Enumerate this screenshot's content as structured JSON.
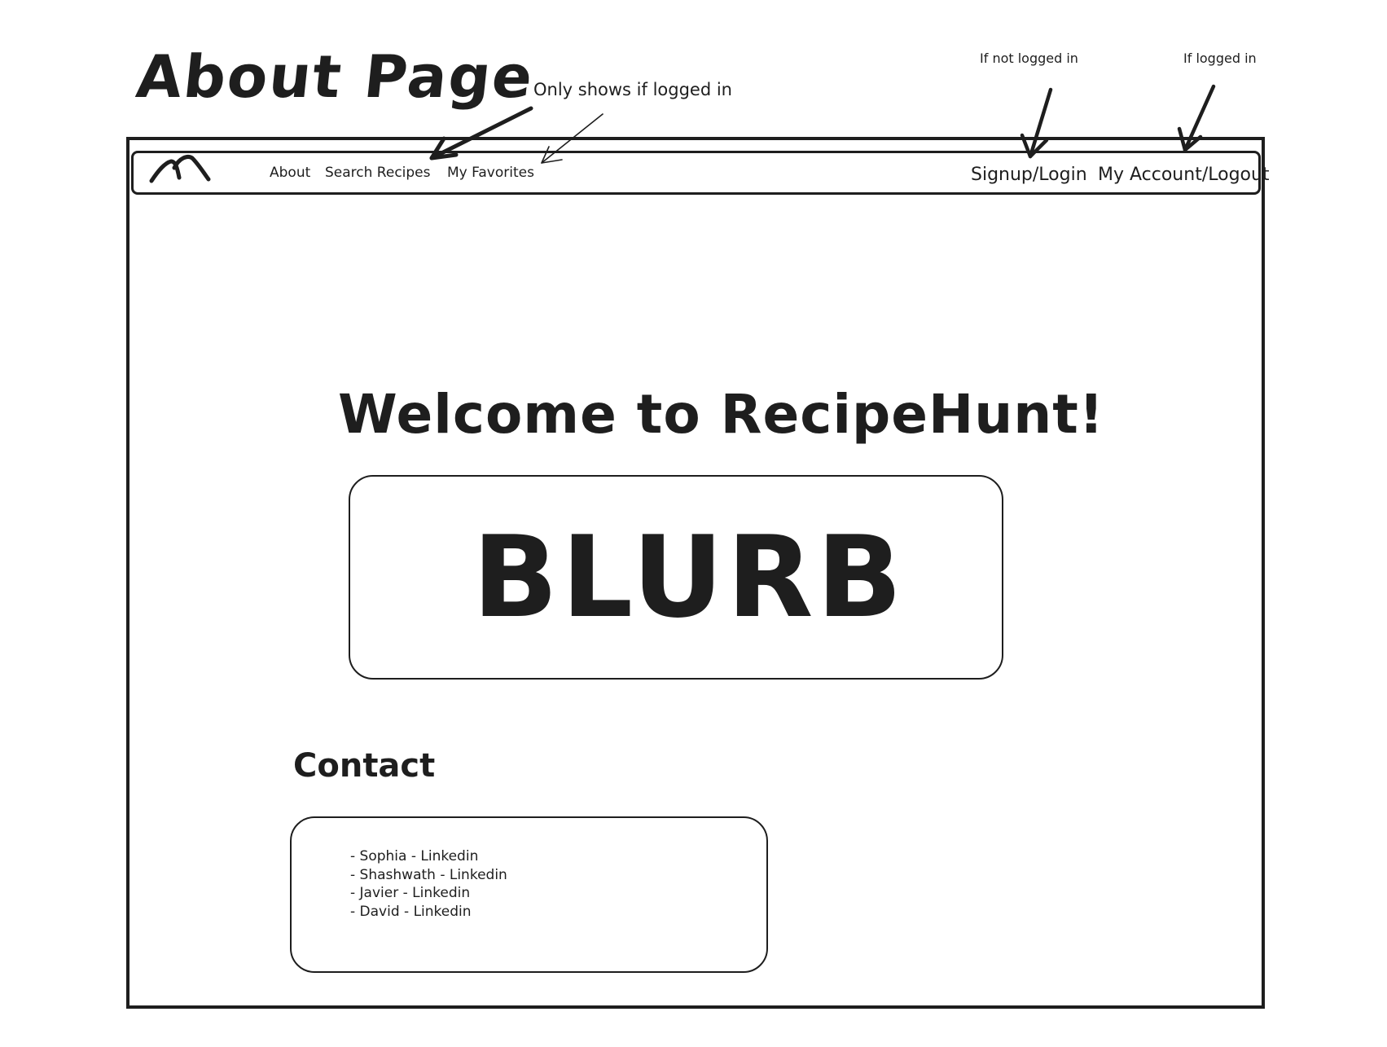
{
  "annotations": {
    "page_title": "About Page",
    "favorites_note": "Only shows if logged in",
    "not_logged_in_note": "If not logged in",
    "logged_in_note": "If logged in"
  },
  "navbar": {
    "logo_icon": "mountain-logo-icon",
    "links": {
      "about": "About",
      "search": "Search Recipes",
      "favorites": "My Favorites"
    },
    "right": {
      "signup": "Signup/Login",
      "account": "My Account/Logout"
    }
  },
  "main": {
    "welcome": "Welcome to RecipeHunt!",
    "blurb": "BLURB",
    "contact_heading": "Contact",
    "contacts": [
      "Sophia - Linkedin",
      "Shashwath - Linkedin",
      "Javier - Linkedin",
      "David - Linkedin"
    ]
  },
  "colors": {
    "ink": "#1e1e1e",
    "background": "#ffffff"
  }
}
